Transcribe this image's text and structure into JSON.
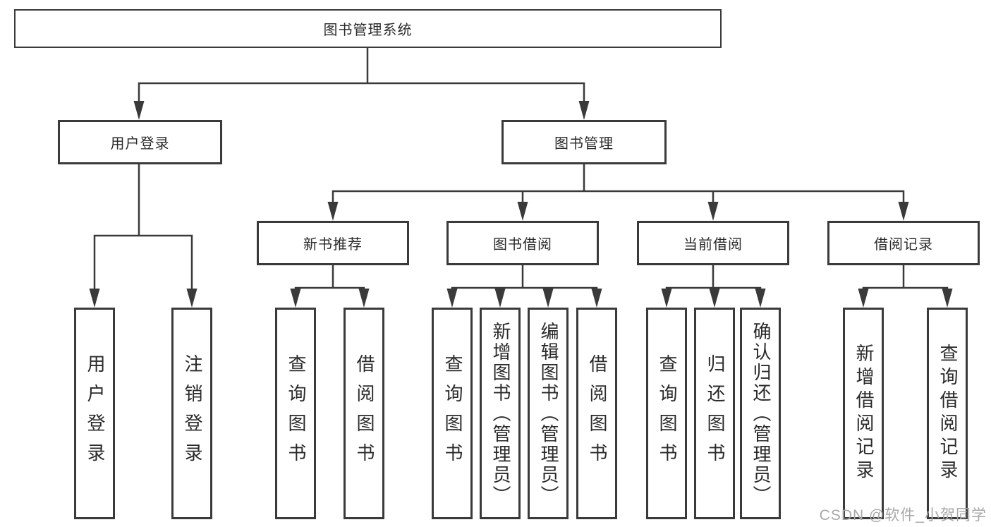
{
  "diagram": {
    "root": {
      "label": "图书管理系统"
    },
    "level2": [
      {
        "label": "用户登录",
        "children": [
          {
            "label": "用户登录"
          },
          {
            "label": "注销登录"
          }
        ]
      },
      {
        "label": "图书管理",
        "children": [
          {
            "label": "新书推荐",
            "children": [
              {
                "label": "查询图书"
              },
              {
                "label": "借阅图书"
              }
            ]
          },
          {
            "label": "图书借阅",
            "children": [
              {
                "label": "查询图书"
              },
              {
                "label": "新增图书（管理员）"
              },
              {
                "label": "编辑图书（管理员）"
              },
              {
                "label": "借阅图书"
              }
            ]
          },
          {
            "label": "当前借阅",
            "children": [
              {
                "label": "查询图书"
              },
              {
                "label": "归还图书"
              },
              {
                "label": "确认归还（管理员）"
              }
            ]
          },
          {
            "label": "借阅记录",
            "children": [
              {
                "label": "新增借阅记录"
              },
              {
                "label": "查询借阅记录"
              }
            ]
          }
        ]
      }
    ]
  },
  "watermark": {
    "text": "CSDN @软件_小贺同学"
  },
  "colors": {
    "line": "#3a3a3a",
    "text": "#2a2a2a",
    "background": "#ffffff",
    "watermark": "#a8a8a8"
  }
}
